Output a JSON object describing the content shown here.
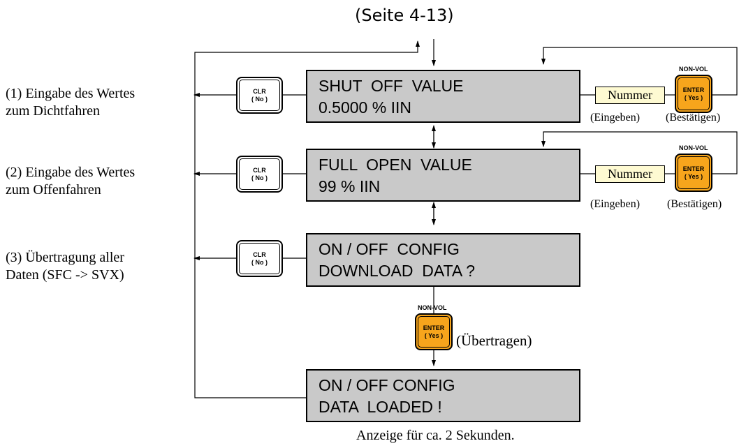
{
  "top_reference": "(Seite 4-13)",
  "displays": [
    {
      "line1": "SHUT  OFF  VALUE",
      "line2": "0.5000 % IIN"
    },
    {
      "line1": "FULL  OPEN  VALUE",
      "line2": "99 % IIN"
    },
    {
      "line1": "ON / OFF  CONFIG",
      "line2": "DOWNLOAD  DATA ?"
    },
    {
      "line1": "ON / OFF CONFIG",
      "line2": "DATA  LOADED !"
    }
  ],
  "side_labels": [
    {
      "line1": "(1) Eingabe des Wertes",
      "line2": "zum Dichtfahren"
    },
    {
      "line1": "(2) Eingabe des Wertes",
      "line2": "zum Offenfahren"
    },
    {
      "line1": "(3) Übertragung aller",
      "line2": "Daten (SFC -> SVX)"
    }
  ],
  "clr_key": {
    "label": "CLR",
    "sub": "( No )"
  },
  "enter_key": {
    "label": "ENTER",
    "sub": "( Yes )",
    "tag": "NON-VOL"
  },
  "number_box": "Nummer",
  "captions": {
    "eingeben": "(Eingeben)",
    "bestaetigen": "(Bestätigen)",
    "uebertragen": "(Übertragen)",
    "footer": "Anzeige für ca. 2 Sekunden."
  },
  "colors": {
    "lcd": "#c9c9c9",
    "enter_key": "#f7a51c",
    "number_box": "#fefad2"
  }
}
